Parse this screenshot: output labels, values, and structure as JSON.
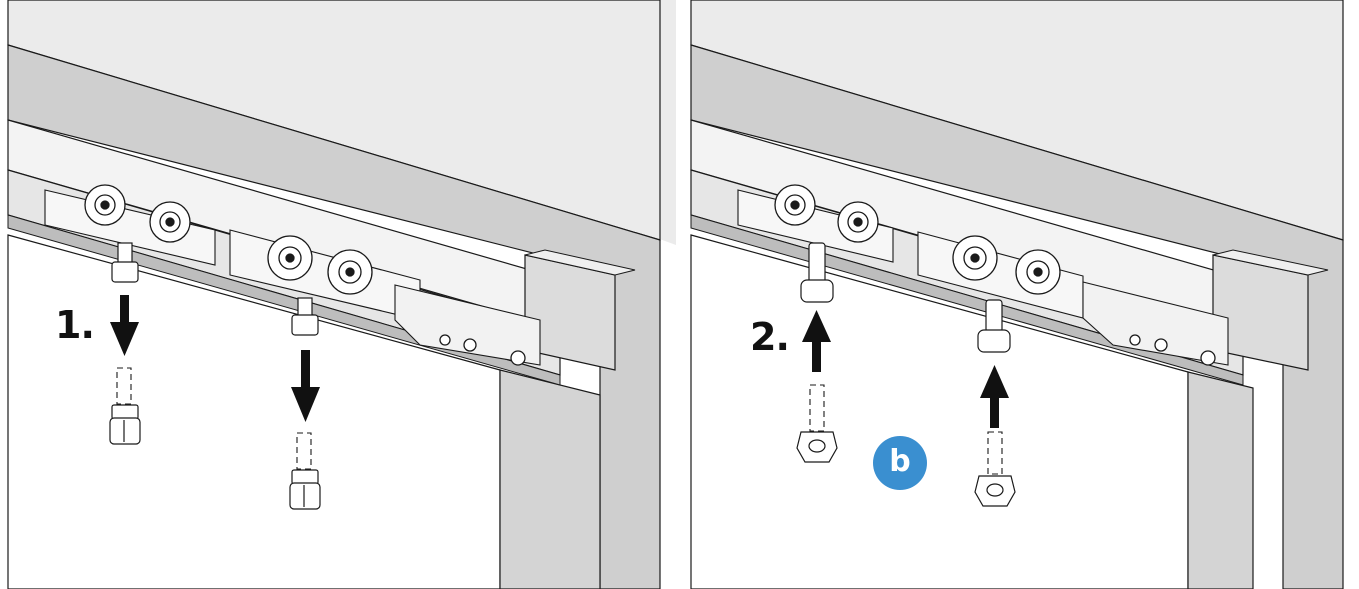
{
  "steps": {
    "first": "1.",
    "second": "2."
  },
  "badge": {
    "label": "b",
    "color": "#3a8fd0"
  },
  "colors": {
    "wall": "#ebebeb",
    "frame": "#c9c9c9",
    "rail": "#f3f3f3",
    "line": "#1a1a1a",
    "arrow": "#111111"
  },
  "panels": [
    {
      "name": "remove-bolts",
      "arrow_direction": "down",
      "bolts": 2
    },
    {
      "name": "insert-stoppers",
      "arrow_direction": "up",
      "bolts": 2
    }
  ]
}
